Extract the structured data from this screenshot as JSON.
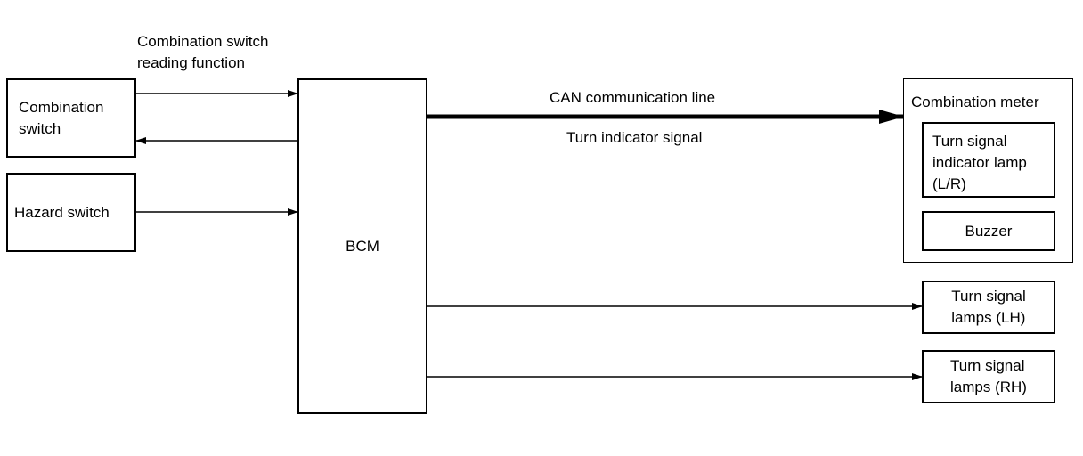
{
  "diagram": {
    "boxes": {
      "combination_switch": "Combination\nswitch",
      "hazard_switch": "Hazard switch",
      "bcm": "BCM",
      "combination_meter": "Combination meter",
      "turn_signal_indicator_lamp": "Turn signal\nindicator lamp\n(L/R)",
      "buzzer": "Buzzer",
      "turn_signal_lamps_lh": "Turn signal\nlamps (LH)",
      "turn_signal_lamps_rh": "Turn signal\nlamps (RH)"
    },
    "labels": {
      "combination_switch_reading_function": "Combination switch\nreading function",
      "can_communication_line": "CAN communication line",
      "turn_indicator_signal": "Turn indicator signal"
    }
  }
}
